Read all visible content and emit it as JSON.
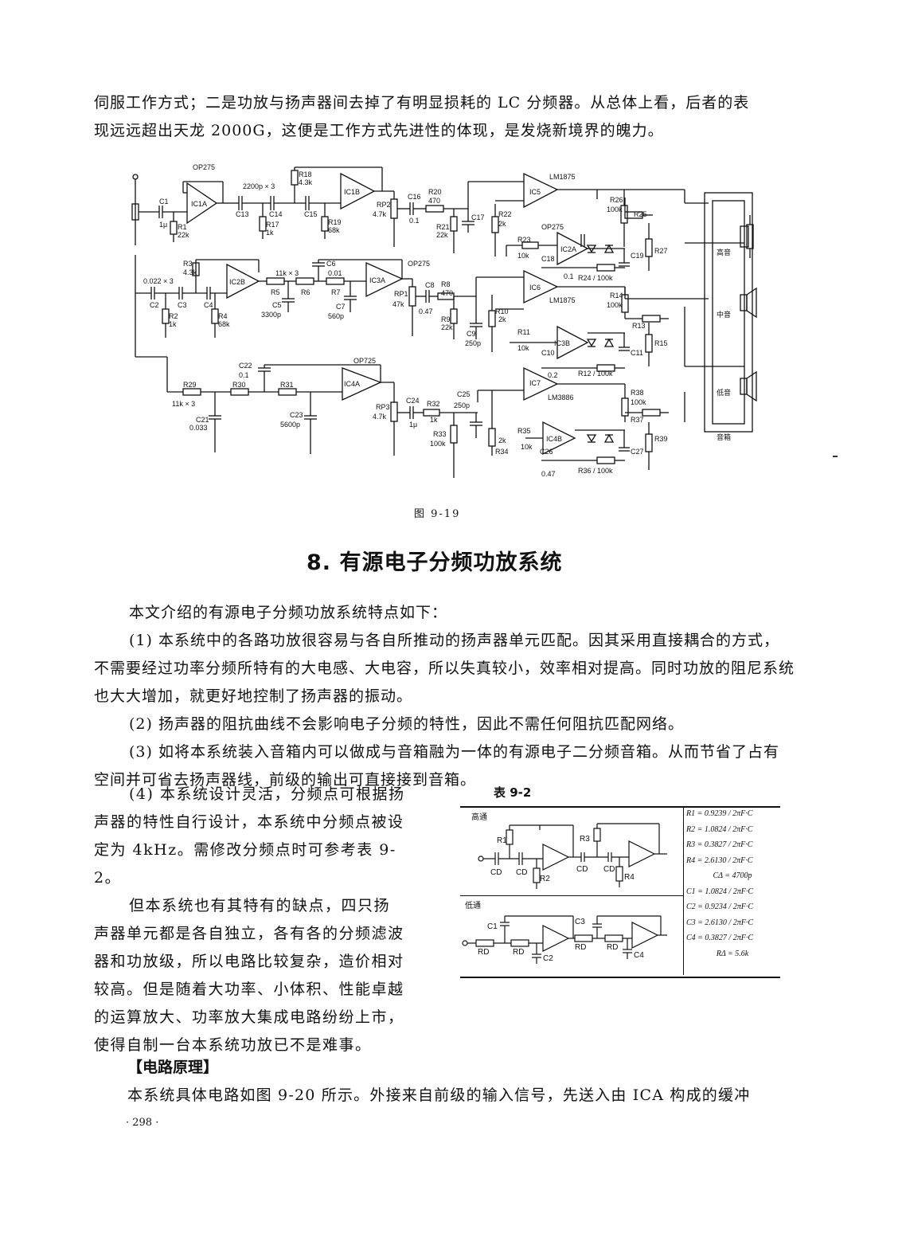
{
  "top_paragraph": {
    "line1": "伺服工作方式；二是功放与扬声器间去掉了有明显损耗的 LC 分频器。从总体上看，后者的表",
    "line2": "现远远超出天龙 2000G，这便是工作方式先进性的体现，是发烧新境界的魄力。"
  },
  "figure": {
    "caption": "图  9-19",
    "labels": {
      "op275_a": "OP275",
      "ic1a": "IC1A",
      "c1": "C1",
      "c1v": "1μ",
      "r1": "R1",
      "r1v": "22k",
      "c2200": "2200p × 3",
      "c13": "C13",
      "c14": "C14",
      "c15": "C15",
      "r17": "R17",
      "r17v": "1k",
      "r18": "R18",
      "r18v": "4.3k",
      "r19": "R19",
      "r19v": "68k",
      "ic1b": "IC1B",
      "rp2": "RP2",
      "rp2v": "4.7k",
      "c16": "C16",
      "c16v": "0.1",
      "r20": "R20",
      "r20v": "470",
      "r21": "R21",
      "r21v": "22k",
      "c17": "C17",
      "r22": "R22",
      "r22v": "2k",
      "ic5": "IC5",
      "lm1875a": "LM1875",
      "r26": "R26",
      "r26v": "100k",
      "r25": "R25",
      "op275_b": "OP275",
      "ic2a": "IC2A",
      "r23": "R23",
      "r23v": "10k",
      "c18": "C18",
      "c18v": "0.1",
      "c19": "C19",
      "r27": "R27",
      "r24": "R24 / 100k",
      "high": "高音",
      "r3": "R3",
      "r3v": "4.3k",
      "c022": "0.022 × 3",
      "c2": "C2",
      "c3": "C3",
      "c4": "C4",
      "r2": "R2",
      "r2v": "1k",
      "r4": "R4",
      "r4v": "68k",
      "ic2b": "IC2B",
      "r11k3": "11k × 3",
      "r5": "R5",
      "r6": "R6",
      "r7": "R7",
      "c6": "C6",
      "c6v": "0.01",
      "c5": "C5",
      "c5v": "3300p",
      "c7": "C7",
      "c7v": "560p",
      "op275_c": "OP275",
      "ic3a": "IC3A",
      "rp1": "RP1",
      "rp1v": "47k",
      "c8": "C8",
      "c8v": "0.47",
      "r8": "R8",
      "r8v": "470",
      "r9": "R9",
      "r9v": "22k",
      "c9": "C9",
      "c9v": "250p",
      "r10": "R10",
      "r10v": "2k",
      "ic6": "IC6",
      "lm1875b": "LM1875",
      "r14": "R14",
      "r14v": "100k",
      "r13": "R13",
      "r15": "R15",
      "r11": "R11",
      "r11v": "10k",
      "c10": "C10",
      "c10v": "0.2",
      "ic3b": "IC3B",
      "c11": "C11",
      "r12": "R12 / 100k",
      "mid": "中音",
      "c22": "C22",
      "c22v": "0.1",
      "op725": "OP725",
      "ic4a": "IC4A",
      "r29": "R29",
      "r29v": "11k × 3",
      "r30": "R30",
      "r31": "R31",
      "c21": "C21",
      "c21v": "0.033",
      "c23": "C23",
      "c23v": "5600p",
      "rp3": "RP3",
      "rp3v": "4.7k",
      "c24": "C24",
      "c24v": "1μ",
      "r32": "R32",
      "r32v": "1k",
      "r33": "R33",
      "r33v": "100k",
      "c25": "C25",
      "c25v": "250p",
      "ic7": "IC7",
      "lm3886": "LM3886",
      "r38": "R38",
      "r38v": "100k",
      "r37": "R37",
      "r39": "R39",
      "r34v": "2k",
      "r34": "R34",
      "r35": "R35",
      "r35v": "10k",
      "ic4b": "IC4B",
      "c26": "C26",
      "c26v": "0.47",
      "c27": "C27",
      "r36": "R36 / 100k",
      "low": "低音",
      "box": "音箱"
    }
  },
  "section_title": "8. 有源电子分频功放系统",
  "paragraphs": {
    "intro": "本文介绍的有源电子分频功放系统特点如下：",
    "p1": "(1) 本系统中的各路功放很容易与各自所推动的扬声器单元匹配。因其采用直接耦合的方式，不需要经过功率分频所特有的大电感、大电容，所以失真较小，效率相对提高。同时功放的阻尼系统也大大增加，就更好地控制了扬声器的振动。",
    "p2": "(2) 扬声器的阻抗曲线不会影响电子分频的特性，因此不需任何阻抗匹配网络。",
    "p3": "(3) 如将本系统装入音箱内可以做成与音箱融为一体的有源电子二分频音箱。从而节省了占有空间并可省去扬声器线，前级的输出可直接接到音箱。"
  },
  "left_column": {
    "p4": "(4) 本系统设计灵活，分频点可根据扬声器的特性自行设计，本系统中分频点被设定为 4kHz。需修改分频点时可参考表 9-2。",
    "p5": "但本系统也有其特有的缺点，四只扬声器单元都是各自独立，各有各的分频滤波器和功放级，所以电路比较复杂，造价相对较高。但是随着大功率、小体积、性能卓越的运算放大、功率放大集成电路纷纷上市，使得自制一台本系统功放已不是难事。"
  },
  "table": {
    "title": "表  9-2",
    "highpass_label": "高通",
    "lowpass_label": "低通",
    "hp_labels": {
      "r1": "R1",
      "r2": "R2",
      "r3": "R3",
      "r4": "R4",
      "cd": "CD"
    },
    "lp_labels": {
      "c1": "C1",
      "c2": "C2",
      "c3": "C3",
      "c4": "C4",
      "rd": "RD"
    },
    "formulas": [
      "R1 = 0.9239 / 2πF·C",
      "R2 = 1.0824 / 2πF·C",
      "R3 = 0.3827 / 2πF·C",
      "R4 = 2.6130 / 2πF·C",
      "CΔ = 4700p",
      "C1 = 1.0824 / 2πF·C",
      "C2 = 0.9234 / 2πF·C",
      "C3 = 2.6130 / 2πF·C",
      "C4 = 0.3827 / 2πF·C",
      "RΔ = 5.6k"
    ]
  },
  "subheading": "【电路原理】",
  "last_line": "本系统具体电路如图 9-20 所示。外接来自前级的输入信号，先送入由 ICA 构成的缓冲",
  "page_number": "· 298 ·"
}
